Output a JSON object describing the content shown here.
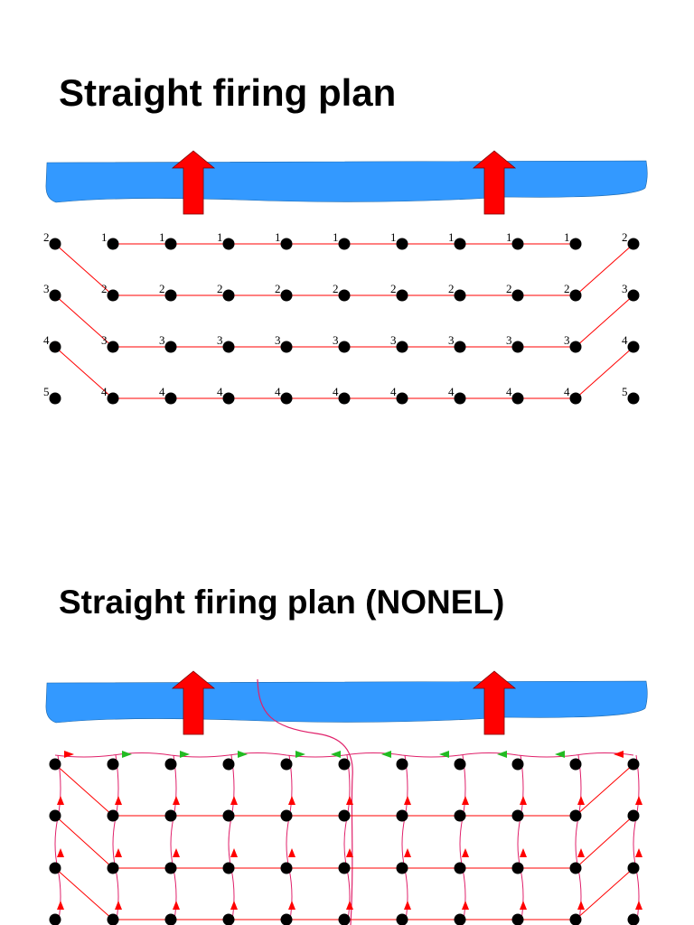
{
  "slides": [
    {
      "title": "Straight firing plan",
      "delay_grid": [
        [
          "2",
          "1",
          "1",
          "1",
          "1",
          "1",
          "1",
          "1",
          "1",
          "1",
          "2"
        ],
        [
          "3",
          "2",
          "2",
          "2",
          "2",
          "2",
          "2",
          "2",
          "2",
          "2",
          "3"
        ],
        [
          "4",
          "3",
          "3",
          "3",
          "3",
          "3",
          "3",
          "3",
          "3",
          "3",
          "4"
        ],
        [
          "5",
          "4",
          "4",
          "4",
          "4",
          "4",
          "4",
          "4",
          "4",
          "4",
          "5"
        ]
      ]
    },
    {
      "title": "Straight firing plan (NONEL)",
      "trunkline_arrows": [
        "red",
        "green",
        "green",
        "green",
        "green",
        "green",
        "green",
        "green",
        "green",
        "red"
      ]
    }
  ],
  "colors": {
    "free_face": "#3399ff",
    "direction_arrow": "#ff0000",
    "connection_line": "#ff0000",
    "nonel_tube": "#e0206a",
    "green_connector": "#22bb22",
    "hole": "#000000"
  },
  "icons": {
    "direction": "up-arrow-icon",
    "hole": "blast-hole-dot-icon"
  }
}
